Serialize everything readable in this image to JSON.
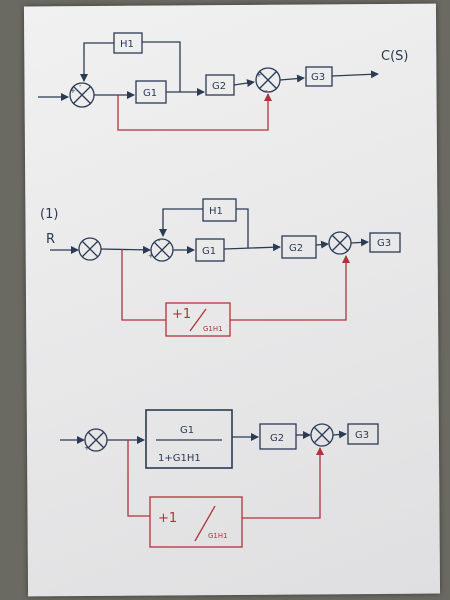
{
  "diagram_1": {
    "output_label": "C(S)",
    "blocks": {
      "h1": "H1",
      "g1": "G1",
      "g2": "G2",
      "g3": "G3"
    },
    "sign_plus": "+",
    "sign_minus": "-"
  },
  "diagram_2": {
    "step_label": "(1)",
    "input_label": "R",
    "blocks": {
      "h1": "H1",
      "g1": "G1",
      "g2": "G2",
      "g3": "G3"
    },
    "feedforward": {
      "sign": "+1",
      "denominator": "G1H1"
    },
    "sign_plus": "+",
    "sign_minus": "-"
  },
  "diagram_3": {
    "combined_block": {
      "numerator": "G1",
      "denominator": "1+G1H1"
    },
    "blocks": {
      "g2": "G2",
      "g3": "G3"
    },
    "feedforward": {
      "sign": "+1",
      "denominator": "G1H1"
    },
    "sign_plus": "+"
  },
  "colors": {
    "ink": "#2b3a55",
    "red_ink": "#b2323b",
    "paper": "#ececed",
    "background": "#6b6a62"
  }
}
